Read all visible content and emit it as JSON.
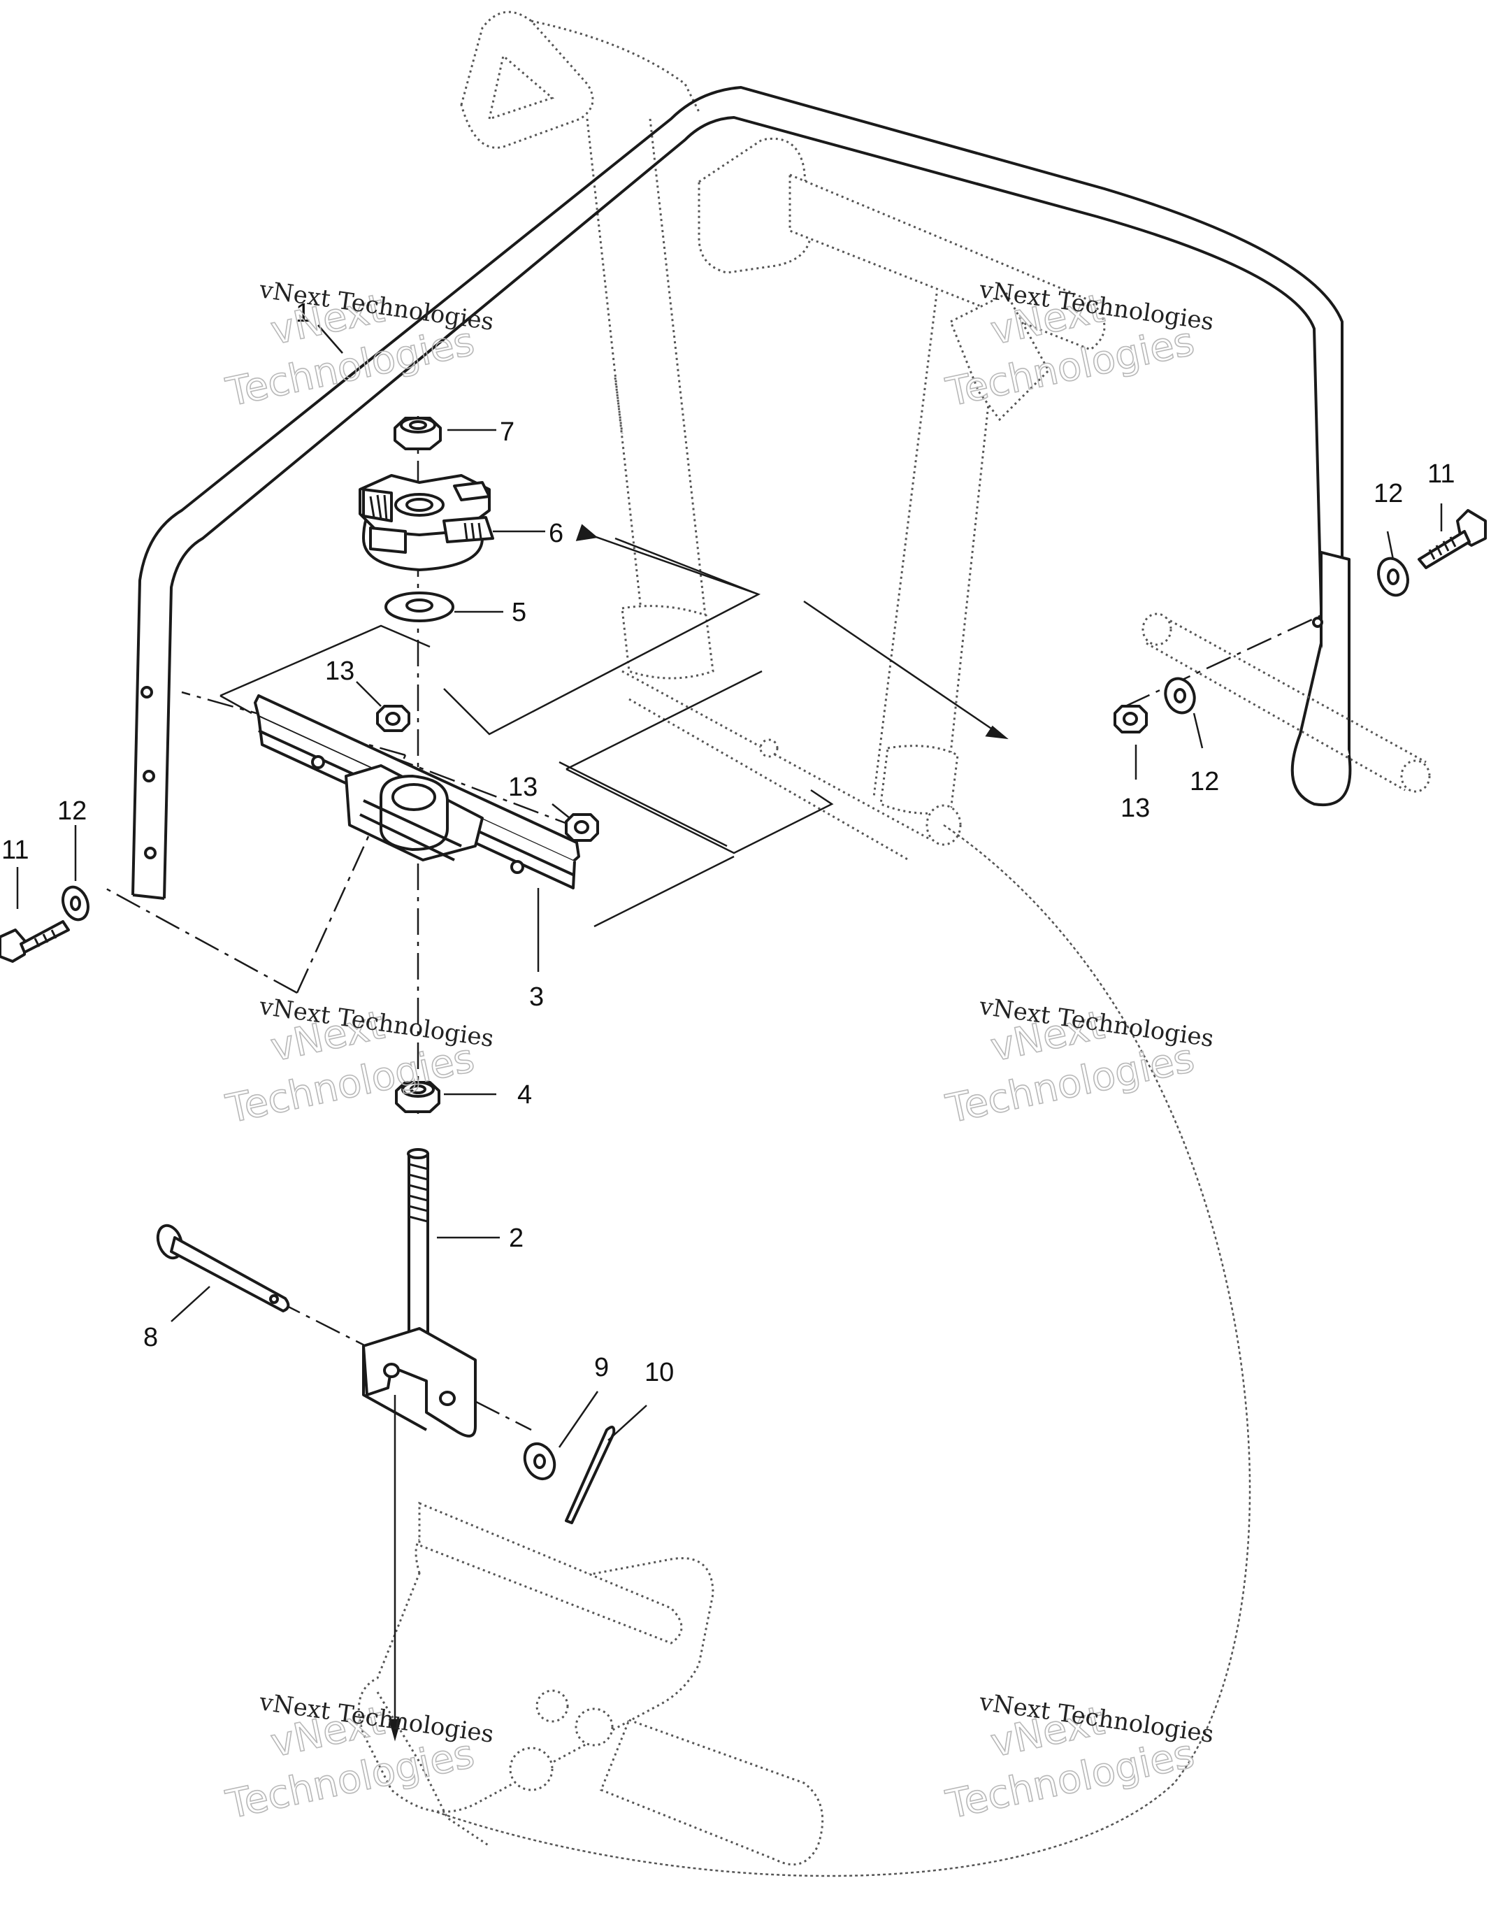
{
  "callouts": {
    "c1": "1",
    "c2": "2",
    "c3": "3",
    "c4": "4",
    "c5": "5",
    "c6": "6",
    "c7": "7",
    "c8": "8",
    "c9": "9",
    "c10": "10",
    "c11_right": "11",
    "c11_left": "11",
    "c12_right_top": "12",
    "c12_right_bottom": "12",
    "c12_left": "12",
    "c13_top": "13",
    "c13_mid": "13",
    "c13_right": "13"
  },
  "watermark": {
    "line_small": "vNext Technologies",
    "line_big_1": "vNext",
    "line_big_2": "Technologies"
  }
}
